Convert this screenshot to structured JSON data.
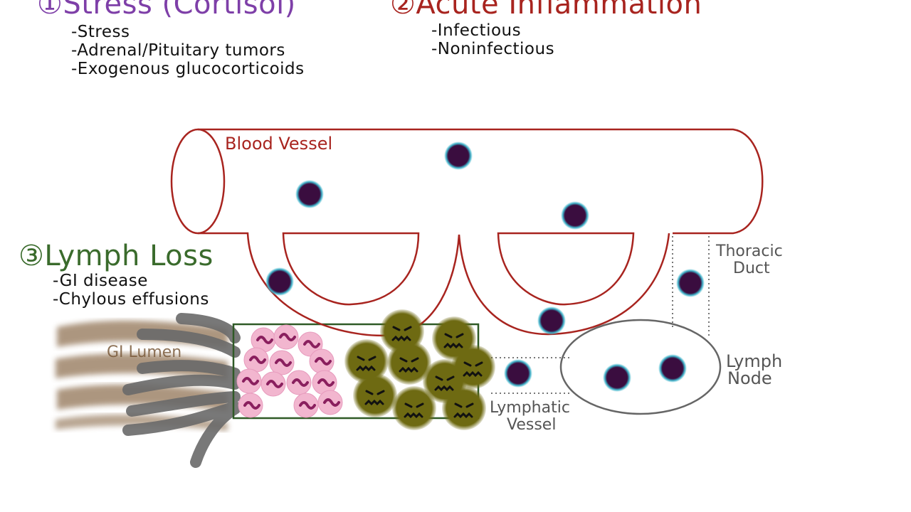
{
  "sections": {
    "stress": {
      "heading": "①Stress (Cortisol)",
      "items": [
        "-Stress",
        "-Adrenal/Pituitary tumors",
        "-Exogenous glucocorticoids"
      ]
    },
    "inflammation": {
      "heading": "②Acute Inflammation",
      "items": [
        "-Infectious",
        "-Noninfectious"
      ]
    },
    "lymph_loss": {
      "heading": "③Lymph Loss",
      "items": [
        "-GI disease",
        "-Chylous effusions"
      ]
    }
  },
  "labels": {
    "blood_vessel": "Blood Vessel",
    "thoracic_duct_1": "Thoracic",
    "thoracic_duct_2": "Duct",
    "lymph_node_1": "Lymph",
    "lymph_node_2": "Node",
    "gi_lumen": "GI Lumen",
    "lymphatic_vessel_1": "Lymphatic",
    "lymphatic_vessel_2": "Vessel"
  },
  "colors": {
    "vessel": "#a8241f",
    "lymphocyte_core": "#3a0d3f",
    "lymphocyte_halo": "#3fb2c9",
    "pink_cell": "#f2b6cf",
    "pink_squiggle": "#8a1f5e",
    "olive_cell": "#6e6a12",
    "lymph_gray": "#555555",
    "box_green": "#2f5a26",
    "villi_gray": "#6a6a6a",
    "lumen_brown": "#8a6a4a"
  }
}
